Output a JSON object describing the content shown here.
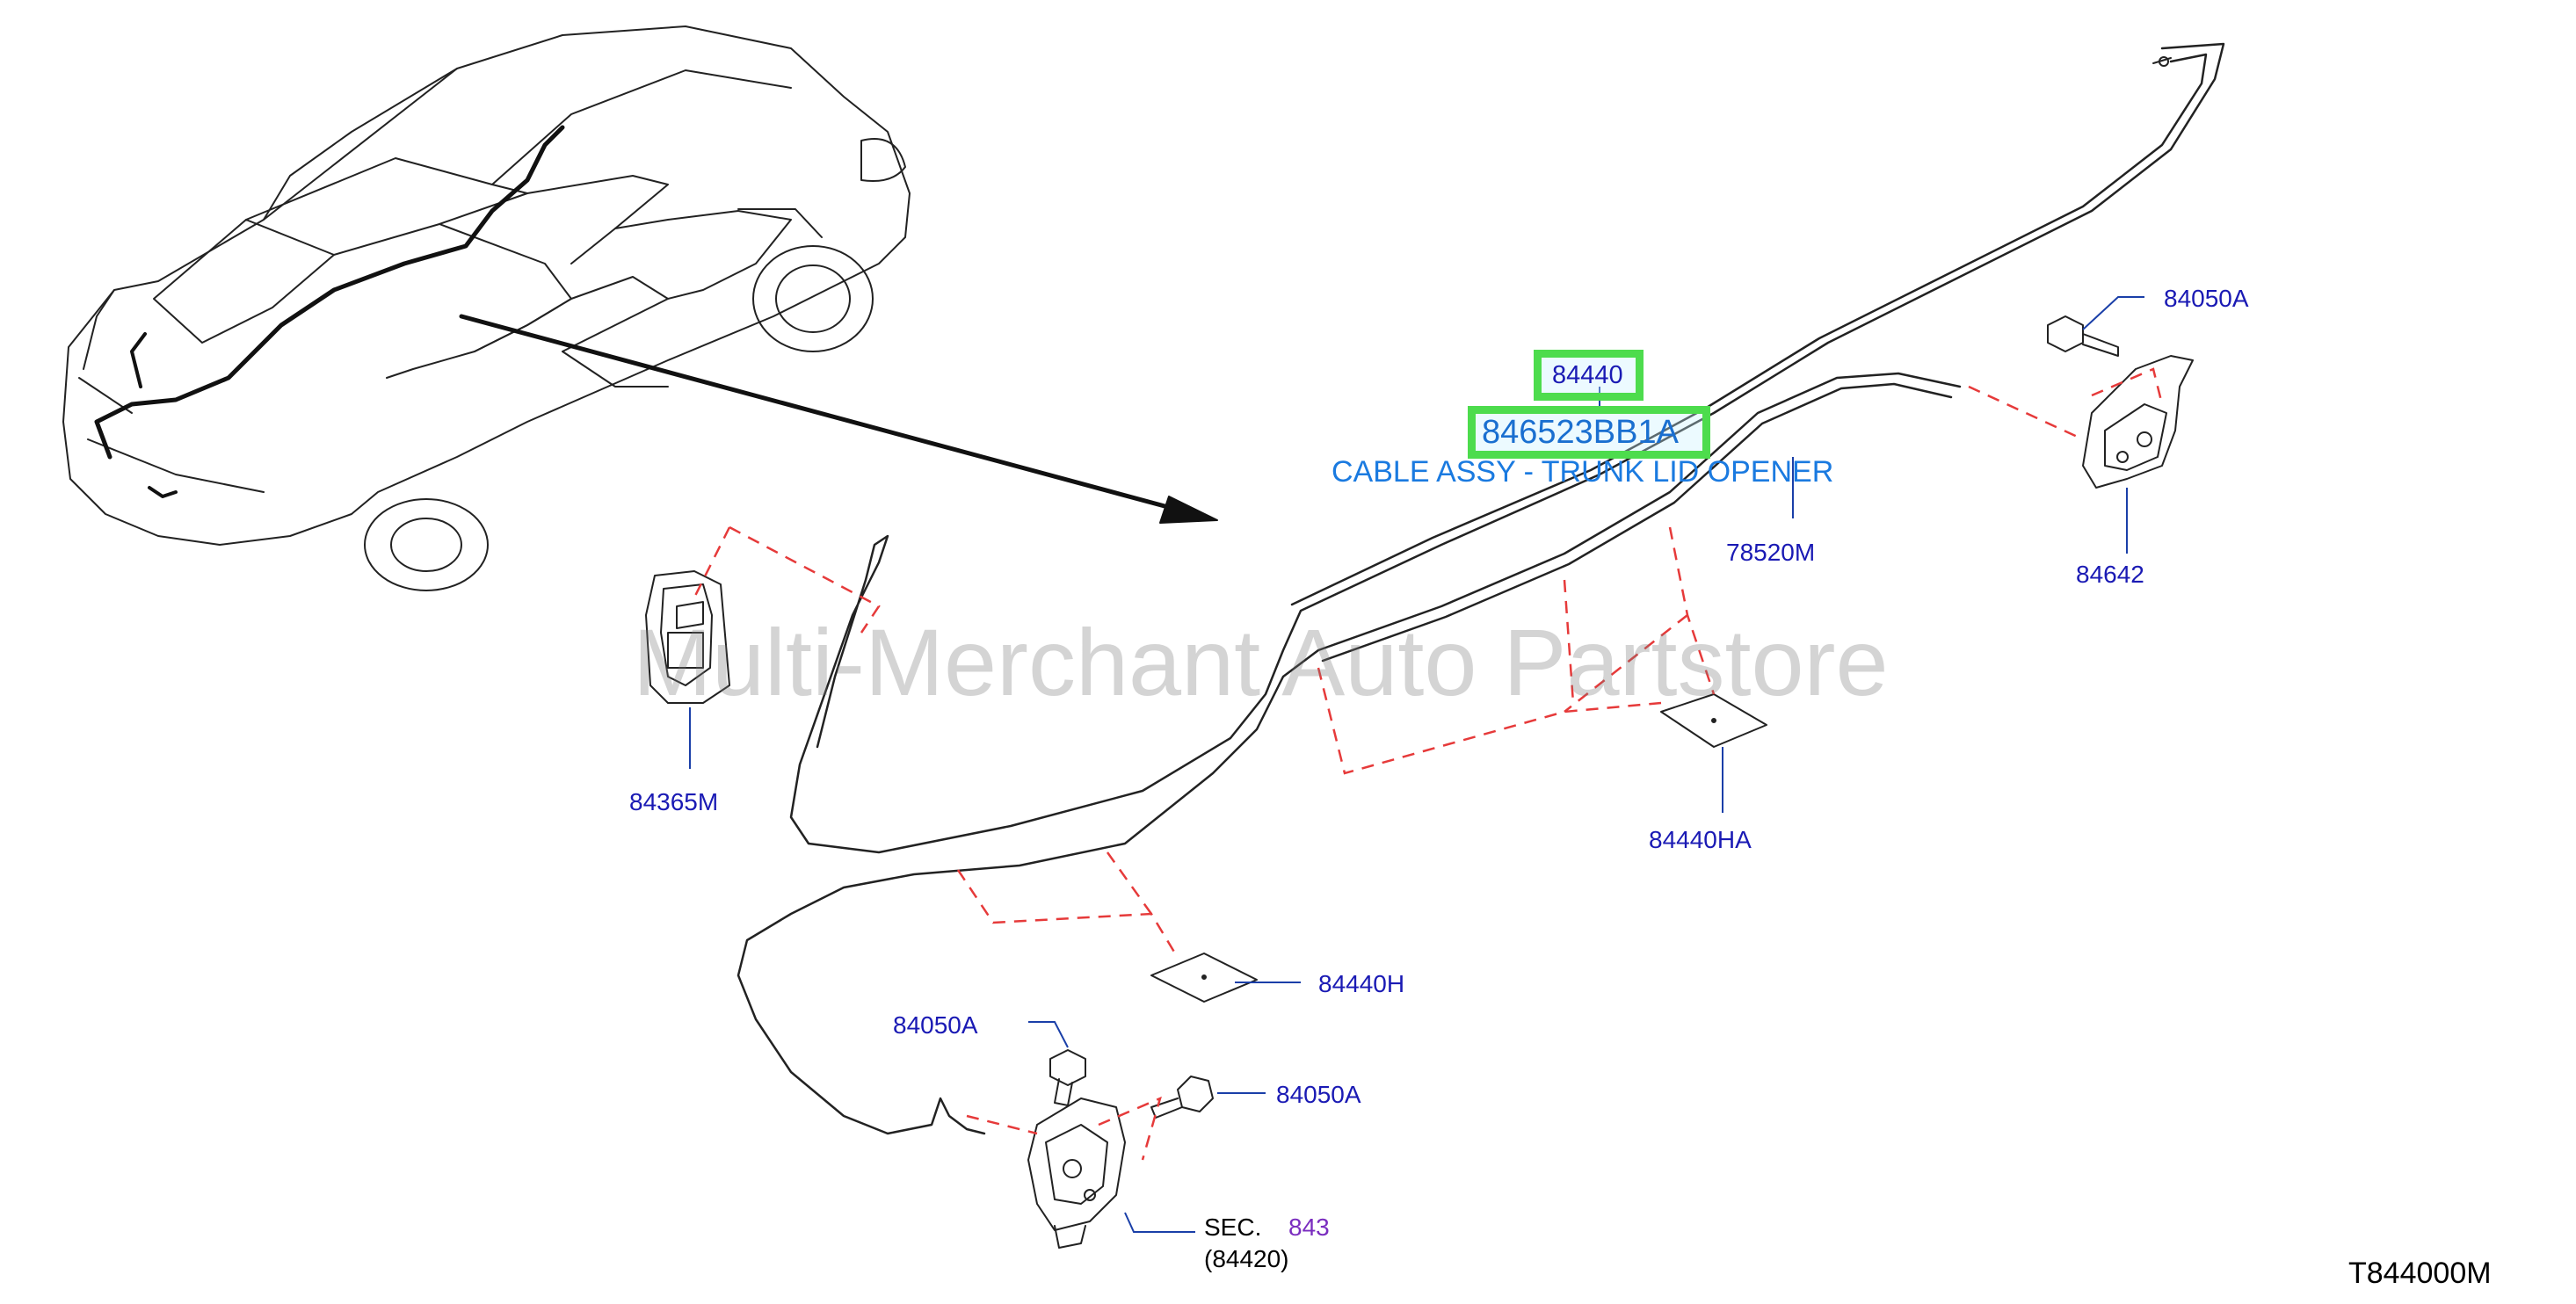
{
  "diagram": {
    "highlighted_part": "84440",
    "highlighted_part_number": "846523BB1A",
    "highlighted_description": "CABLE ASSY - TRUNK LID OPENER",
    "labels": {
      "lbl_84050a_top": "84050A",
      "lbl_78520m": "78520M",
      "lbl_84642": "84642",
      "lbl_84365m": "84365M",
      "lbl_84440ha": "84440HA",
      "lbl_84440h": "84440H",
      "lbl_84050a_left": "84050A",
      "lbl_84050a_mid": "84050A",
      "lbl_sec": "SEC.",
      "lbl_843": "843",
      "lbl_84420": "(84420)"
    },
    "watermark": "Multi-Merchant Auto Partstore",
    "diagram_code": "T844000M"
  }
}
